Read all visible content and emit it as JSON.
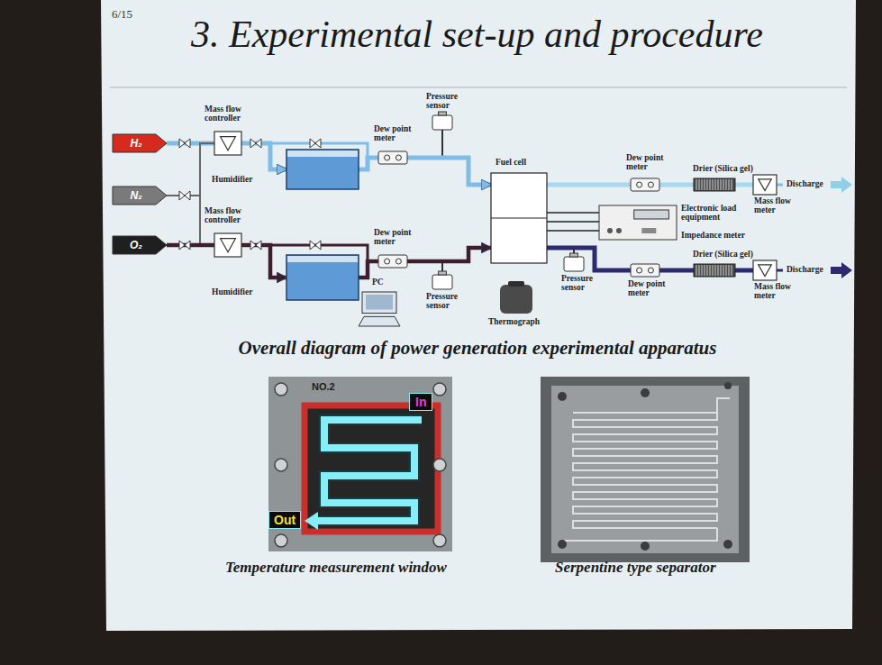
{
  "diagram": {
    "title": "3. Experimental set-up and procedure",
    "caption": "Overall diagram of power generation experimental apparatus",
    "nodes": [
      {
        "text": [
          "H₂"
        ]
      },
      {
        "text": [
          "N₂"
        ]
      },
      {
        "text": [
          "O₂"
        ]
      },
      {
        "text": [
          "Mass flow controller"
        ]
      },
      {
        "text": [
          "Humidifier"
        ]
      },
      {
        "text": [
          "Dew point meter"
        ]
      },
      {
        "text": [
          "Pressure sensor"
        ]
      },
      {
        "text": [
          "Mass flow controller"
        ]
      },
      {
        "text": [
          "Humidifier"
        ]
      },
      {
        "text": [
          "Dew point meter"
        ]
      },
      {
        "text": [
          "Pressure sensor"
        ]
      },
      {
        "text": [
          "PC"
        ]
      },
      {
        "text": [
          "Fuel cell"
        ]
      },
      {
        "text": [
          "Thermograph"
        ]
      },
      {
        "text": [
          "Electronic load equipment",
          "Impedance meter"
        ]
      },
      {
        "text": [
          "Pressure sensor"
        ]
      },
      {
        "text": [
          "Dew point meter"
        ]
      },
      {
        "text": [
          "Drier (Silica gel)"
        ]
      },
      {
        "text": [
          "Mass flow meter"
        ]
      },
      {
        "text": [
          "Dew point meter"
        ]
      },
      {
        "text": [
          "Drier (Silica gel)"
        ]
      },
      {
        "text": [
          "Mass flow meter"
        ]
      }
    ],
    "edges": [
      {
        "from": 0,
        "to": 3,
        "arrow": "none"
      },
      {
        "from": 1,
        "to": 3,
        "arrow": "none"
      },
      {
        "from": 1,
        "to": 7,
        "arrow": "none"
      },
      {
        "from": 2,
        "to": 7,
        "arrow": "none"
      },
      {
        "from": 3,
        "to": 4,
        "arrow": "to"
      },
      {
        "from": 4,
        "to": 5,
        "arrow": "none"
      },
      {
        "from": 5,
        "to": 12,
        "arrow": "to"
      },
      {
        "from": 7,
        "to": 8,
        "arrow": "to"
      },
      {
        "from": 8,
        "to": 9,
        "arrow": "none"
      },
      {
        "from": 9,
        "to": 12,
        "arrow": "to"
      },
      {
        "from": 12,
        "to": 16,
        "arrow": "none"
      },
      {
        "from": 16,
        "to": 17,
        "arrow": "none"
      },
      {
        "from": 17,
        "to": 18,
        "arrow": "none"
      },
      {
        "from": 12,
        "to": 14,
        "arrow": "none"
      },
      {
        "from": 12,
        "to": 19,
        "arrow": "none"
      },
      {
        "from": 19,
        "to": 20,
        "arrow": "none"
      },
      {
        "from": 20,
        "to": 21,
        "arrow": "none"
      }
    ],
    "labels": [
      "6/15",
      "Discharge",
      "Discharge",
      "NO.2",
      "In",
      "Out",
      "Temperature measurement window",
      "Serpentine type separator"
    ]
  }
}
